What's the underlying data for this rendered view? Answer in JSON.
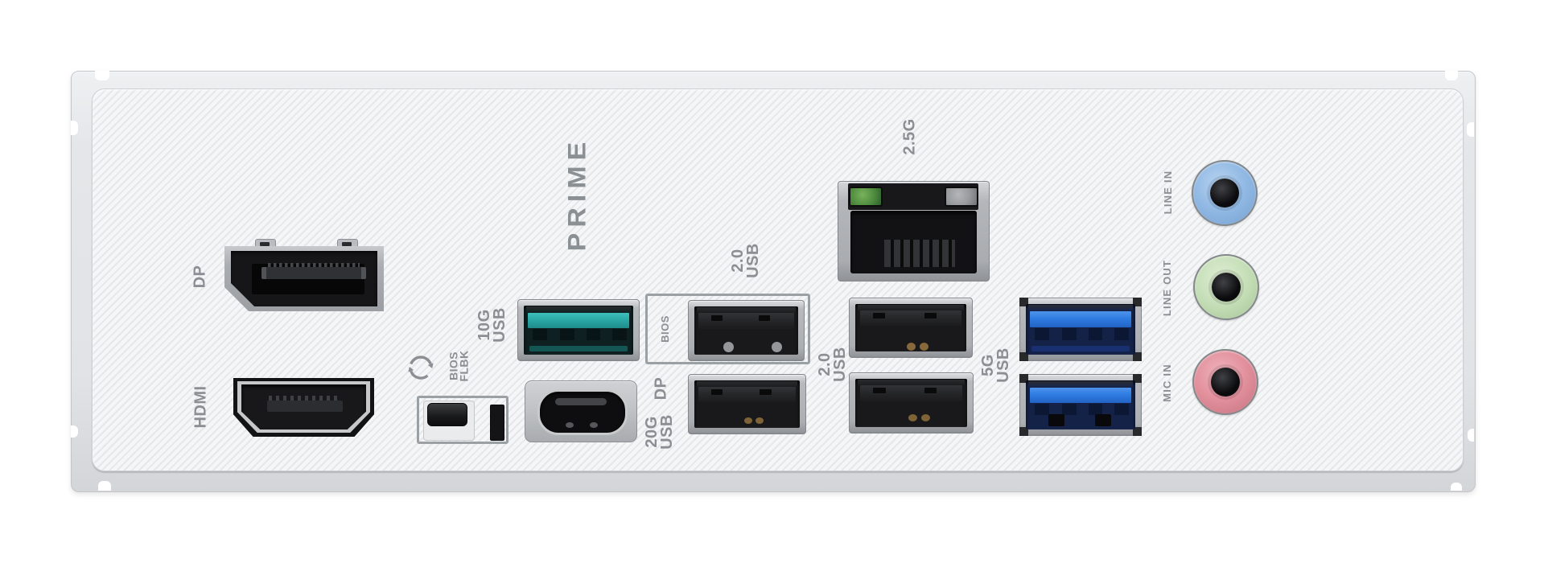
{
  "brand": "PRIME",
  "labels": {
    "dp": "DP",
    "hdmi": "HDMI",
    "bios_flashback": {
      "line1": "BIOS",
      "line2": "FLBK"
    },
    "usb_10g": {
      "line1": "10G",
      "line2": "USB"
    },
    "usb_20g": {
      "dp": "DP",
      "line1": "20G",
      "line2": "USB"
    },
    "usb2_top": {
      "line1": "2.0",
      "line2": "USB"
    },
    "bios_port": "BIOS",
    "usb2_mid": {
      "line1": "2.0",
      "line2": "USB"
    },
    "lan": "2.5G",
    "usb_5g": {
      "line1": "5G",
      "line2": "USB"
    },
    "audio": {
      "line_in": "LINE IN",
      "line_out": "LINE OUT",
      "mic_in": "MIC IN"
    }
  },
  "ports": {
    "video": [
      "DisplayPort",
      "HDMI"
    ],
    "usb_type_a_count": 7,
    "usb_type_c_count": 1,
    "ethernet": "2.5G RJ45",
    "audio_jacks": [
      "Line In",
      "Line Out",
      "Mic In"
    ],
    "button": "BIOS FlashBack"
  },
  "colors": {
    "usb_10g_teal": "#2aa9a7",
    "usb_5g_blue": "#2e7ce2",
    "line_in_blue": "#91b9e4",
    "line_out_green": "#c6dfb8",
    "mic_in_pink": "#e2909c",
    "lan_led_green": "#4f8c3f",
    "label_grey": "#8b8f94",
    "shield_panel": "#f4f5f6"
  }
}
